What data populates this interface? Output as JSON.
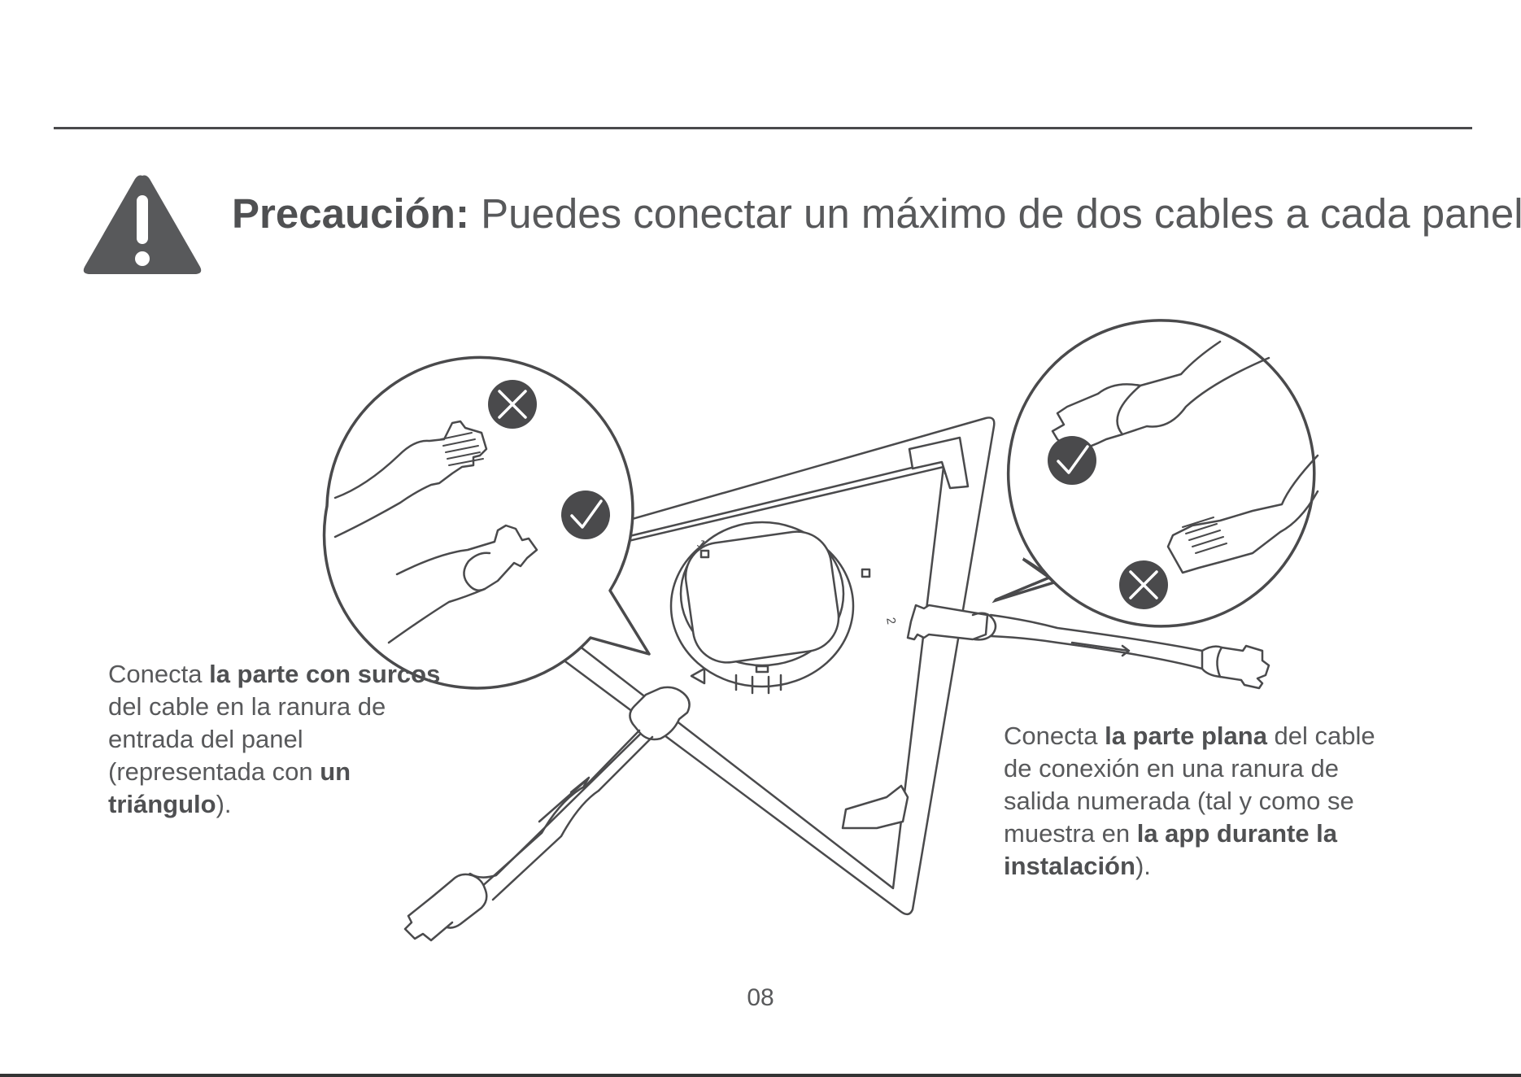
{
  "caution": {
    "label": "Precaución:",
    "text": "Puedes conectar un máximo de dos cables a cada panel."
  },
  "diagram": {
    "slot_numbers": [
      "1",
      "2"
    ]
  },
  "captions": {
    "left": {
      "t1": "Conecta ",
      "b1": "la parte con surcos",
      "t2": " del cable en la ranura de entrada del panel (representada con ",
      "b2": "un triángulo",
      "t3": ")."
    },
    "right": {
      "t1": "Conecta ",
      "b1": "la parte plana",
      "t2": " del cable de conexión en una ranura de salida numerada (tal y como se muestra en ",
      "b2": "la app durante la instalación",
      "t3": ")."
    }
  },
  "page_number": "08",
  "icons": {
    "warning": "warning-triangle-icon",
    "correct": "check-circle-icon",
    "incorrect": "x-circle-icon"
  },
  "colors": {
    "text": "#58595b",
    "icon_fill": "#4a4a4c",
    "line": "#4a4a4c"
  }
}
